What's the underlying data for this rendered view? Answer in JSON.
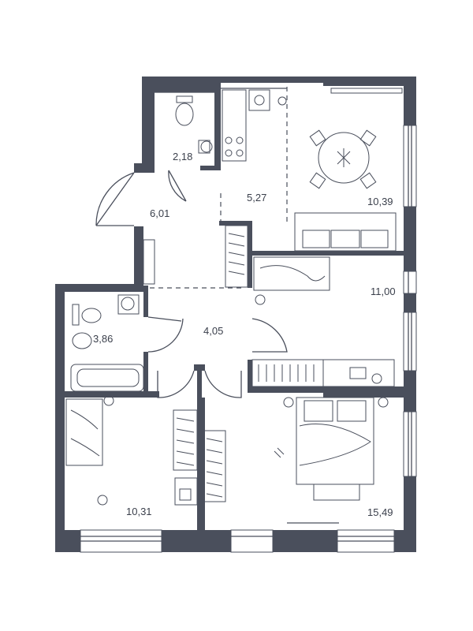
{
  "rooms": {
    "wc": {
      "area": "2,18"
    },
    "hall": {
      "area": "6,01"
    },
    "kitchen": {
      "area": "5,27"
    },
    "living": {
      "area": "10,39"
    },
    "bedroom_mid": {
      "area": "11,00"
    },
    "bathroom": {
      "area": "3,86"
    },
    "corridor": {
      "area": "4,05"
    },
    "bedroom_left": {
      "area": "10,31"
    },
    "bedroom_main": {
      "area": "15,49"
    }
  },
  "colors": {
    "wall": "#4a4f5c",
    "text": "#3a3f4b",
    "background": "#ffffff"
  }
}
